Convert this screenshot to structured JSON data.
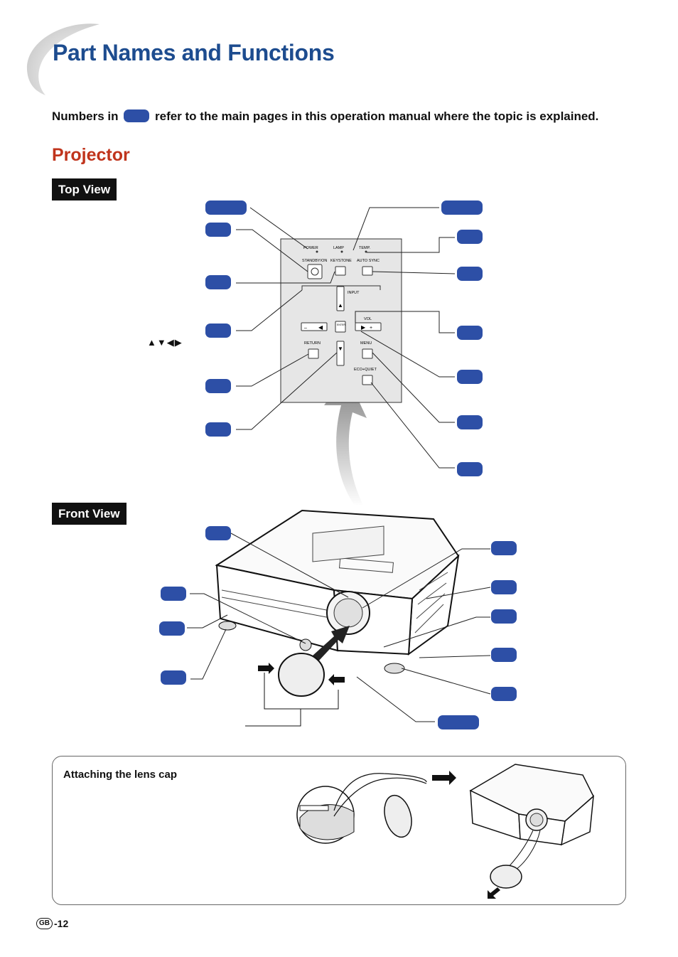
{
  "page": {
    "title": "Part Names and Functions",
    "intro_before": "Numbers in",
    "intro_after": "refer to the main pages in this operation manual where the topic is explained.",
    "section_title": "Projector",
    "page_number": "-12",
    "region_mark": "GB"
  },
  "top_view": {
    "label": "Top View",
    "panel_labels": {
      "power": "POWER",
      "lamp": "LAMP",
      "temp": "TEMP.",
      "standby_on": "STANDBY/ON",
      "keystone": "KEYSTONE",
      "auto_sync": "AUTO SYNC",
      "input": "INPUT",
      "vol": "VOL",
      "enter": "ENTER",
      "return": "RETURN",
      "menu": "MENU",
      "eco_quiet": "ECO+QUIET",
      "minus": "–",
      "plus": "+"
    },
    "arrow_keys": "▲▼◀▶"
  },
  "front_view": {
    "label": "Front View"
  },
  "lens_cap_box": {
    "title": "Attaching the lens cap"
  },
  "colors": {
    "title": "#1d4c8f",
    "section": "#c0341c",
    "badge": "#2d4fa6"
  }
}
